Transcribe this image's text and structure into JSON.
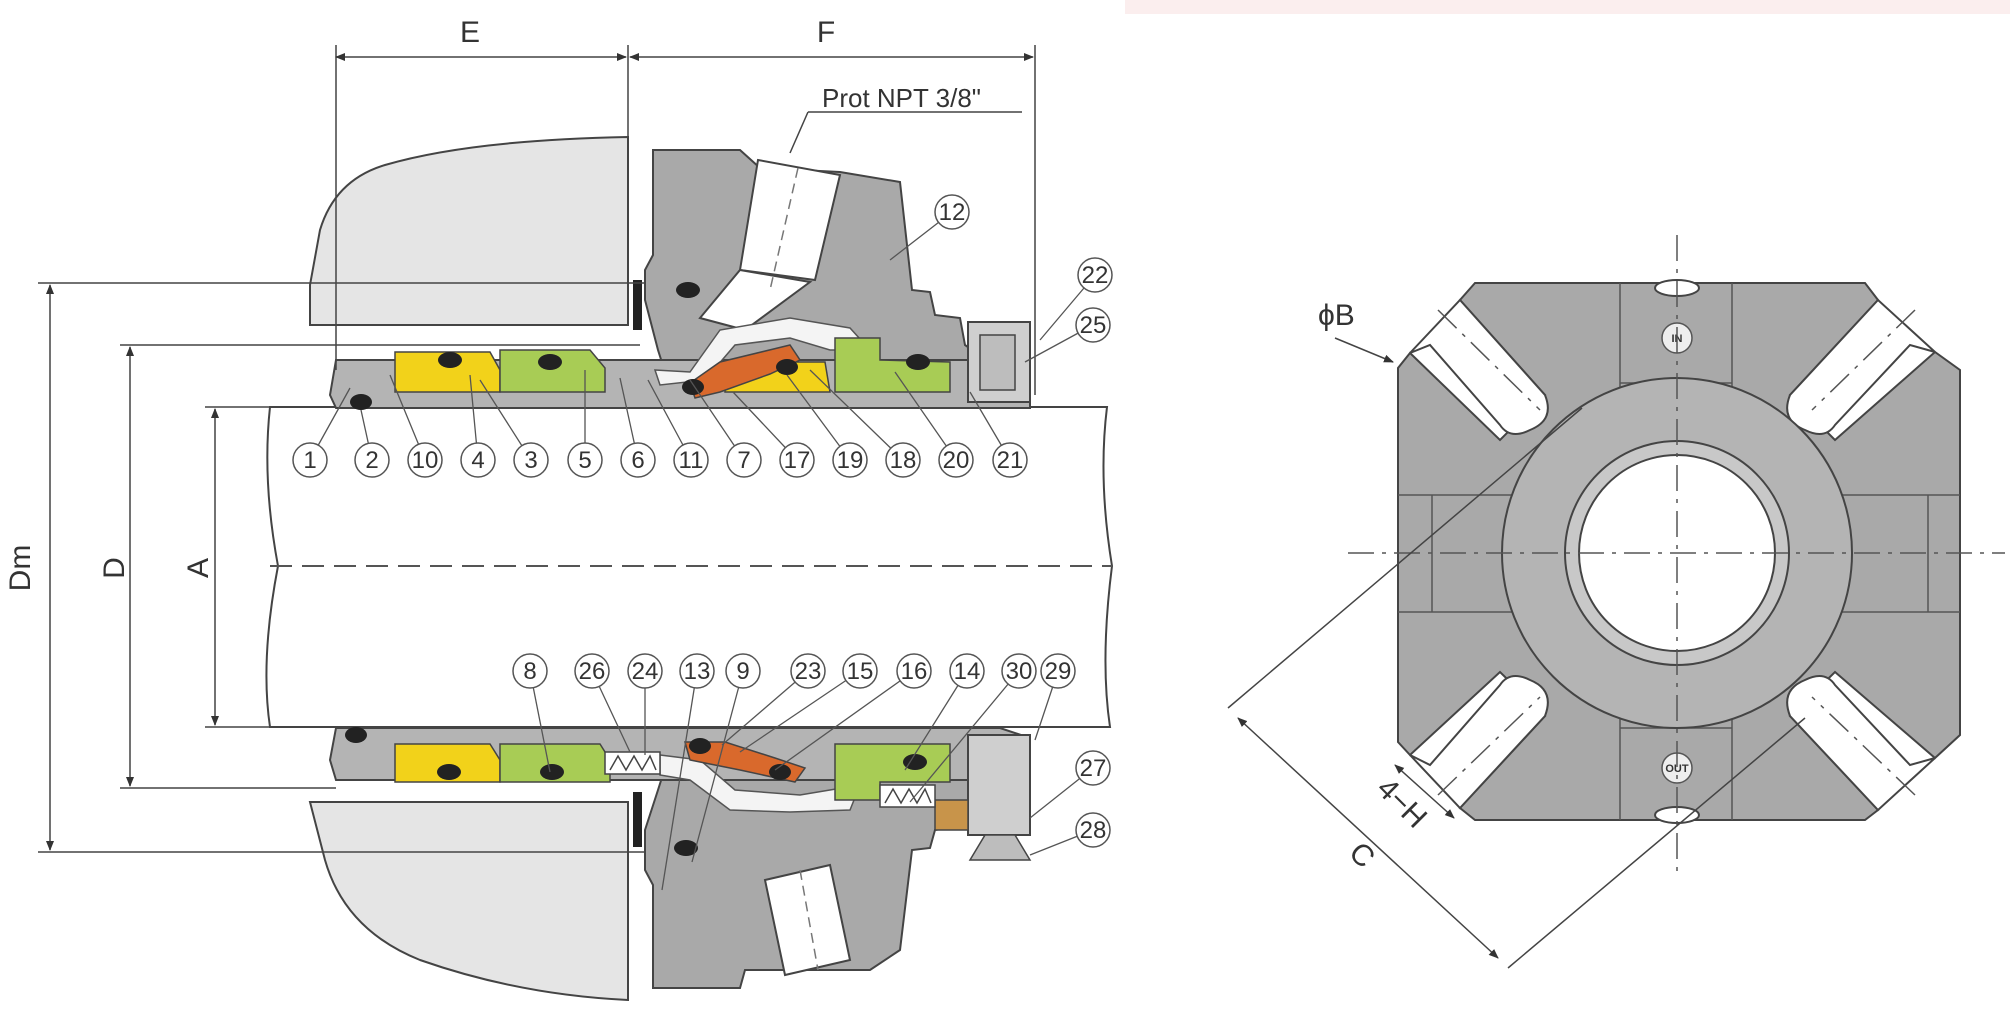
{
  "dimensions": {
    "E": "E",
    "F": "F",
    "Dm": "Dm",
    "D": "D",
    "A": "A",
    "phiB": "ϕB",
    "C": "C",
    "H": "4−H"
  },
  "note": {
    "port": "Prot NPT 3/8\""
  },
  "front_view": {
    "in_label": "IN",
    "out_label": "OUT"
  },
  "callouts_top": [
    "1",
    "2",
    "10",
    "4",
    "3",
    "5",
    "6",
    "11",
    "7",
    "17",
    "19",
    "18",
    "20",
    "21"
  ],
  "callouts_bottom": [
    "8",
    "26",
    "24",
    "13",
    "9",
    "23",
    "15",
    "16",
    "14",
    "30",
    "29"
  ],
  "callouts_right": [
    "12",
    "22",
    "25",
    "27",
    "28"
  ],
  "colors": {
    "steel": "#b4b4b4",
    "housing": "#a9a9a9",
    "face_yellow": "#f2d21a",
    "face_green": "#a8cc55",
    "face_orange": "#d9692c",
    "gland_tan": "#c8944a",
    "oring": "#222222"
  }
}
